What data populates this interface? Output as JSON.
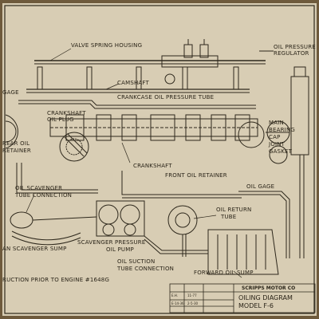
{
  "diagram": {
    "labels": {
      "valve_spring_housing": "VALVE SPRING HOUSING",
      "oil_pressure_regulator_1": "OIL PRESSURE",
      "oil_pressure_regulator_2": "REGULATOR",
      "gage_left": "GAGE",
      "camshaft": "CAMSHAFT",
      "crankcase_oil_pressure_tube": "CRANKCASE OIL PRESSURE TUBE",
      "crankshaft_oil_plug_1": "CRANKSHAFT",
      "crankshaft_oil_plug_2": "OIL PLUG",
      "main_bearing_1": "MAIN",
      "main_bearing_2": "BEARING",
      "main_bearing_3": "CAP",
      "main_bearing_4": "JOINT",
      "main_bearing_5": "GASKET",
      "rear_oil_retainer_1": "REAR OIL",
      "rear_oil_retainer_2": "RETAINER",
      "crankshaft": "CRANKSHAFT",
      "front_oil_retainer": "FRONT OIL RETAINER",
      "oil_gage": "OIL GAGE",
      "oil_scavenger_tube_1": "OIL SCAVENGER",
      "oil_scavenger_tube_2": "TUBE CONNECTION",
      "oil_return_tube_1": "OIL RETURN",
      "oil_return_tube_2": "TUBE",
      "scavenger_pressure_pump_1": "SCAVENGER PRESSURE",
      "scavenger_pressure_pump_2": "OIL PUMP",
      "rear_scavenger_sump": "AN SCAVENGER SUMP",
      "oil_suction_tube_1": "OIL SUCTION",
      "oil_suction_tube_2": "TUBE CONNECTION",
      "forward_oil_sump": "FORWARD OIL SUMP",
      "construction_note": "RUCTION PRIOR TO ENGINE #1648G"
    },
    "title_block": {
      "company": "SCRIPPS MOTOR CO",
      "title_line_1": "OILING DIAGRAM",
      "title_line_2": "MODEL  F-6",
      "row_1": [
        "E.H.",
        "11-77"
      ],
      "row_2": [
        "E-14-36",
        "2-5-30"
      ]
    }
  }
}
